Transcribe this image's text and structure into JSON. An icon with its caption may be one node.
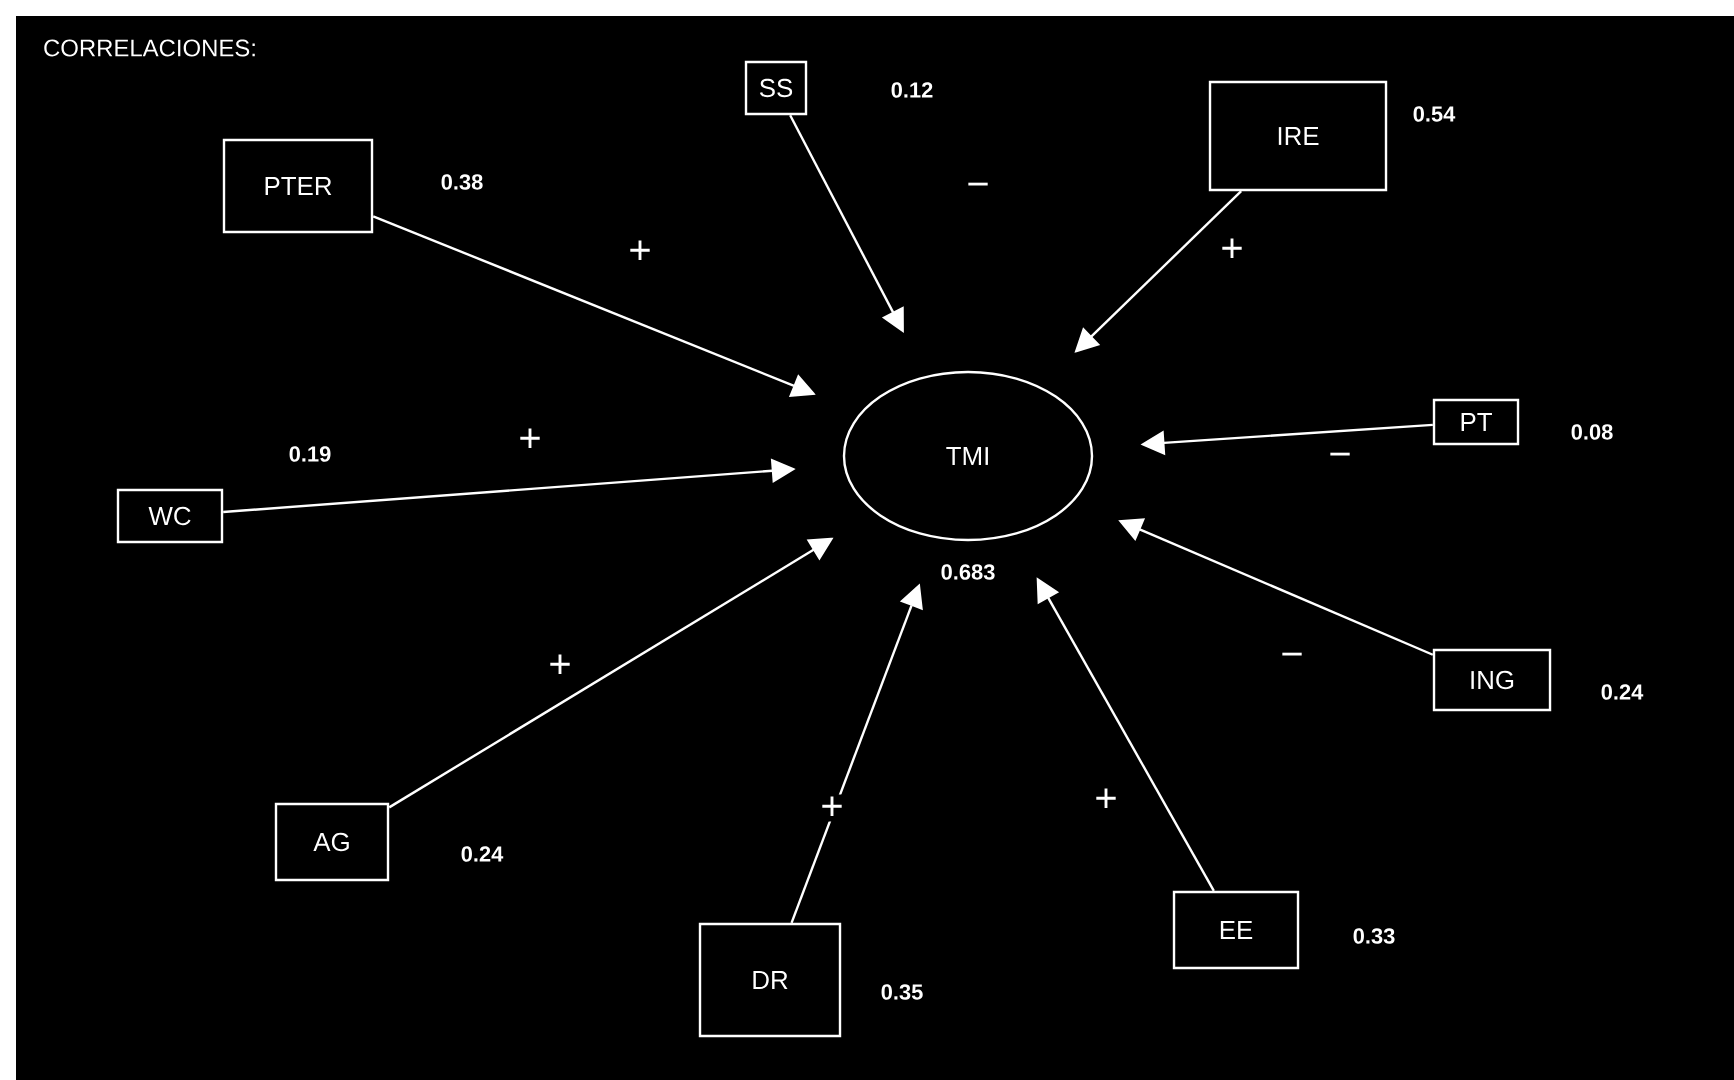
{
  "diagram": {
    "title": "CORRELACIONES:",
    "nodes": [
      {
        "text": [
          "SS"
        ],
        "beside": [
          "0.12"
        ]
      },
      {
        "text": [
          "IRE"
        ],
        "beside": [
          "0.54"
        ]
      },
      {
        "text": [
          "PTER"
        ],
        "beside": [
          "0.38"
        ]
      },
      {
        "text": [
          "PT"
        ],
        "beside": [
          "0.08"
        ]
      },
      {
        "text": [
          "TMI"
        ],
        "beside": [
          "0.683"
        ]
      },
      {
        "text": [
          "WC"
        ],
        "beside": [
          "0.19"
        ]
      },
      {
        "text": [
          "ING"
        ],
        "beside": [
          "0.24"
        ]
      },
      {
        "text": [
          "AG"
        ],
        "beside": [
          "0.24"
        ]
      },
      {
        "text": [
          "EE"
        ],
        "beside": [
          "0.33"
        ]
      },
      {
        "text": [
          "DR"
        ],
        "beside": [
          "0.35"
        ]
      }
    ],
    "edges": [
      {
        "from": 0,
        "to": 4,
        "arrow": "to",
        "label": "−"
      },
      {
        "from": 1,
        "to": 4,
        "arrow": "to",
        "label": "+"
      },
      {
        "from": 2,
        "to": 4,
        "arrow": "to",
        "label": "+"
      },
      {
        "from": 3,
        "to": 4,
        "arrow": "to",
        "label": "−"
      },
      {
        "from": 5,
        "to": 4,
        "arrow": "to",
        "label": "+"
      },
      {
        "from": 6,
        "to": 4,
        "arrow": "to",
        "label": "−"
      },
      {
        "from": 7,
        "to": 4,
        "arrow": "to",
        "label": "+"
      },
      {
        "from": 8,
        "to": 4,
        "arrow": "to",
        "label": "+"
      },
      {
        "from": 9,
        "to": 4,
        "arrow": "to",
        "label": "+"
      }
    ]
  }
}
